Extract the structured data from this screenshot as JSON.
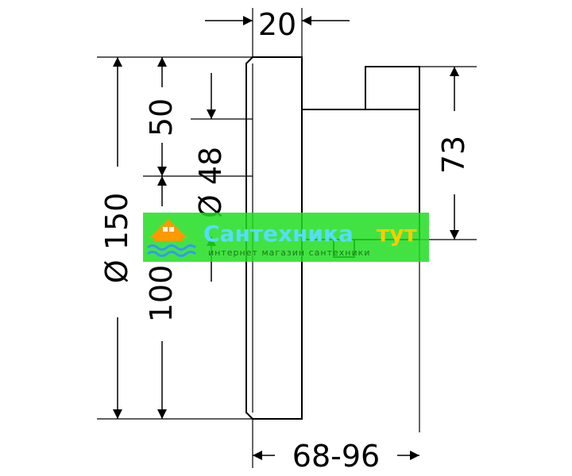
{
  "dimensions": {
    "top_width": "20",
    "total_diameter": "Ø 150",
    "upper_offset": "50",
    "lower_offset": "100",
    "inner_diameter": "Ø 48",
    "right_height": "73",
    "bottom_depth": "68-96"
  },
  "watermark": {
    "brand": "Сантехника",
    "brand_accent": "тут",
    "tagline": "интернет магазин сантехники",
    "colors": {
      "band": "#22dd22",
      "brand": "#55ddff",
      "accent": "#ffcc00",
      "house": "#ff9900",
      "waves": "#3399ff"
    }
  }
}
